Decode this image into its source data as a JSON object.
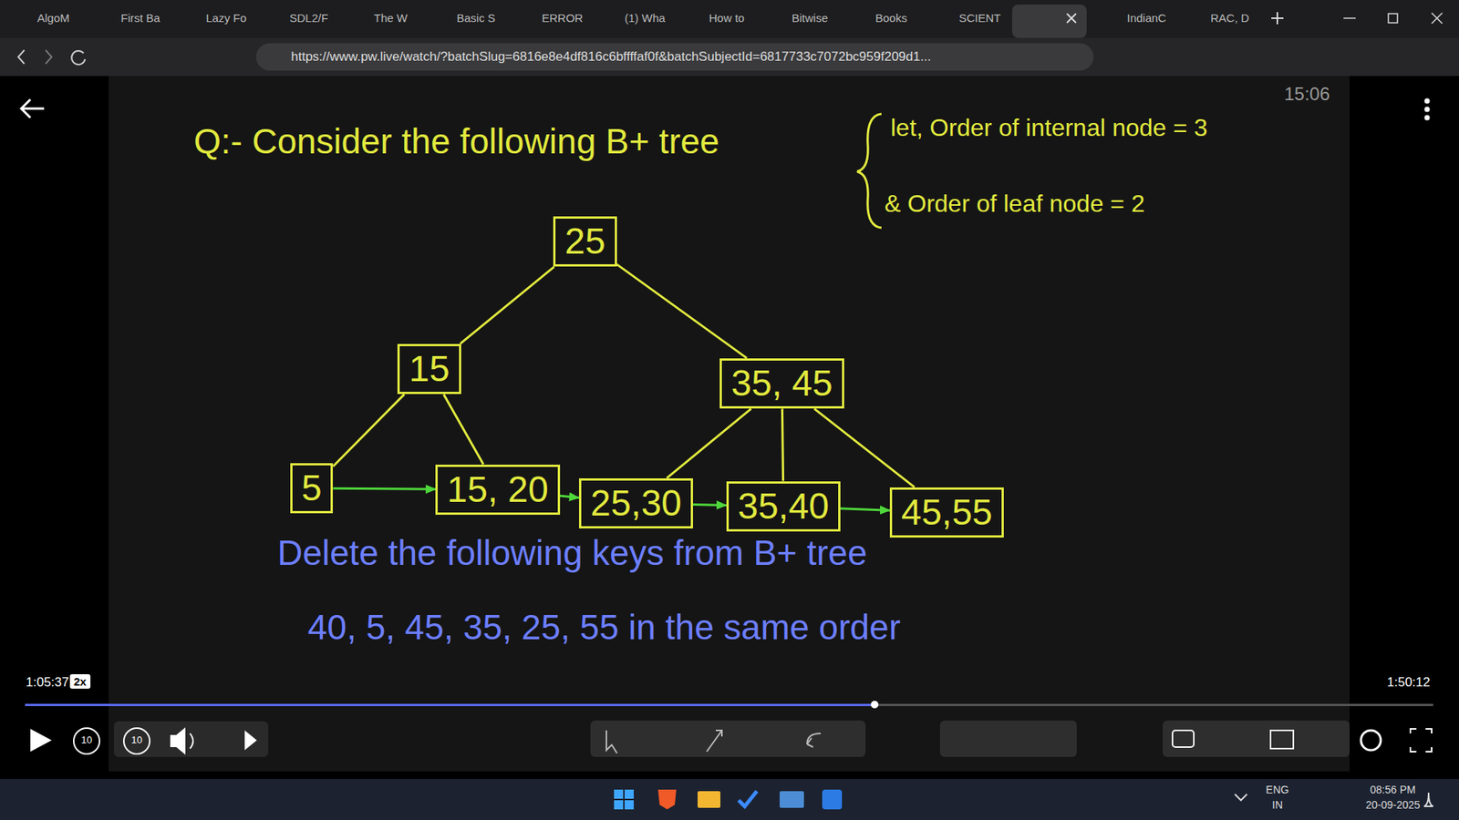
{
  "diagram": {
    "title": "Q:- Consider the following B+ tree",
    "nodes": [
      {
        "text": [
          "25"
        ]
      },
      {
        "text": [
          "15"
        ]
      },
      {
        "text": [
          "35, 45"
        ]
      },
      {
        "text": [
          "5"
        ]
      },
      {
        "text": [
          "15, 20"
        ]
      },
      {
        "text": [
          "25,30"
        ]
      },
      {
        "text": [
          "35,40"
        ]
      },
      {
        "text": [
          "45,55"
        ]
      }
    ],
    "edges": [
      {
        "from": 0,
        "to": 1,
        "arrow": "none"
      },
      {
        "from": 0,
        "to": 2,
        "arrow": "none"
      },
      {
        "from": 1,
        "to": 3,
        "arrow": "none"
      },
      {
        "from": 1,
        "to": 4,
        "arrow": "none"
      },
      {
        "from": 2,
        "to": 5,
        "arrow": "none"
      },
      {
        "from": 2,
        "to": 6,
        "arrow": "none"
      },
      {
        "from": 2,
        "to": 7,
        "arrow": "none"
      },
      {
        "from": 3,
        "to": 4,
        "arrow": "to"
      },
      {
        "from": 4,
        "to": 5,
        "arrow": "to"
      },
      {
        "from": 5,
        "to": 6,
        "arrow": "to"
      },
      {
        "from": 6,
        "to": 7,
        "arrow": "to"
      }
    ],
    "labels": [
      "let, Order of internal node = 3",
      "& Order of leaf node = 2",
      "Delete the following keys from B+ tree",
      "40, 5, 45, 35, 25, 55 in the same order",
      "15:06",
      "1:05:37",
      "2x",
      "1:50:12",
      "10",
      "10",
      "AlgoM",
      "First Ba",
      "Lazy Fo",
      "SDL2/F",
      "The W",
      "Basic S",
      "ERROR",
      "(1) Wha",
      "How to",
      "Bitwise",
      "Books",
      "SCIENT",
      "IndianC",
      "RAC, D",
      "https://www.pw.live/watch/?batchSlug=6816e8e4df816c6bffffaf0f&batchSubjectId=6817733c7072bc959f209d1...",
      "ENG",
      "IN",
      "08:56 PM",
      "20-09-2025"
    ]
  }
}
